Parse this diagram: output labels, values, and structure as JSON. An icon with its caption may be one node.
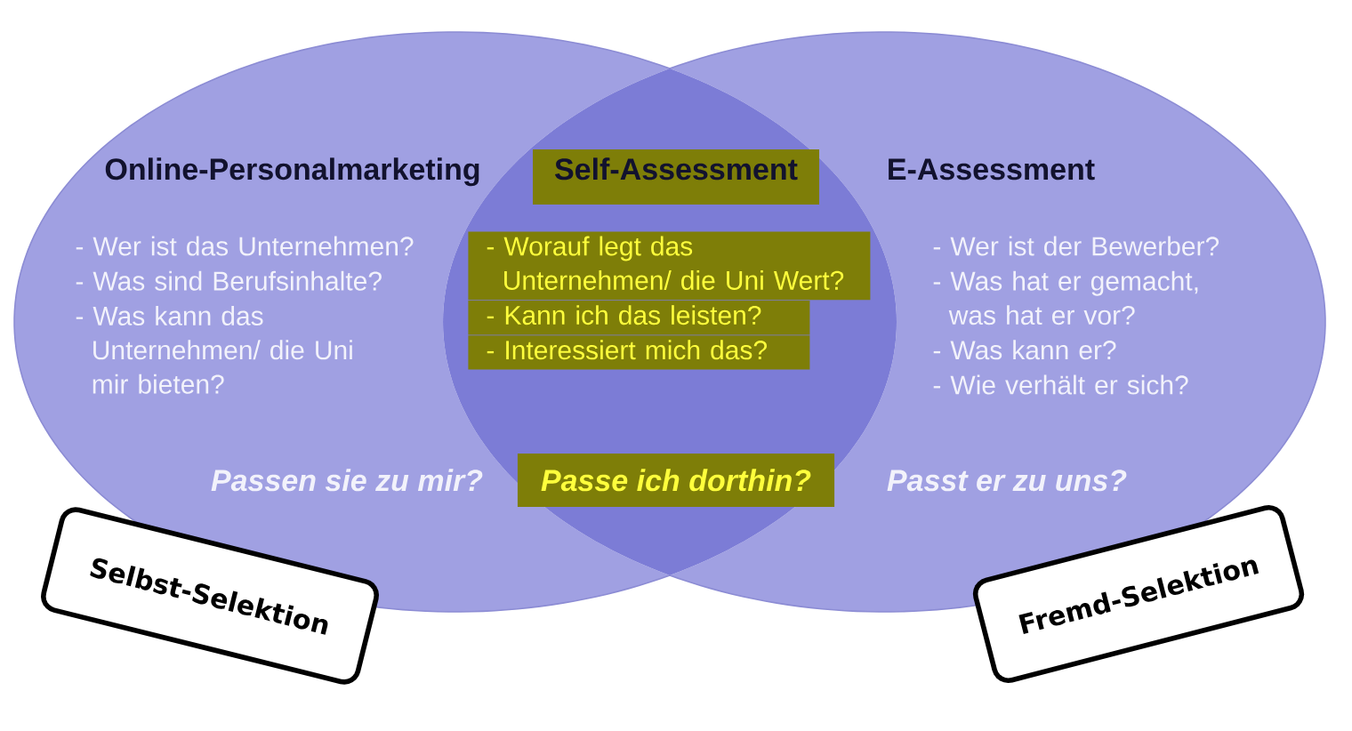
{
  "diagram": {
    "nodes": [
      {
        "text": [
          "Online-Personalmarketing",
          "- Wer ist das Unternehmen?",
          "- Was sind Berufsinhalte?",
          "- Was kann das Unternehmen/ die Uni mir bieten?",
          "Passen sie zu mir?"
        ]
      },
      {
        "text": [
          "Self-Assessment",
          "- Worauf legt das Unternehmen/ die Uni Wert?",
          "- Kann ich das leisten?",
          "- Interessiert mich das?",
          "Passe ich dorthin?"
        ]
      },
      {
        "text": [
          "E-Assessment",
          "- Wer ist der Bewerber?",
          "- Was hat er gemacht, was hat er vor?",
          "- Was kann er?",
          "- Wie verhält er sich?",
          "Passt er zu uns?"
        ]
      },
      {
        "text": [
          "Selbst-Selektion"
        ]
      },
      {
        "text": [
          "Fremd-Selektion"
        ]
      }
    ]
  }
}
